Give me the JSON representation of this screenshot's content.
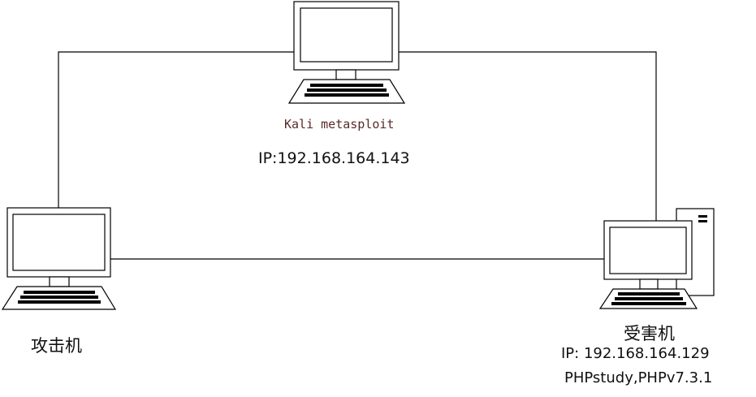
{
  "nodes": {
    "kali": {
      "name": "Kali metasploit",
      "ip": "IP:192.168.164.143",
      "icon": "laptop-icon"
    },
    "attacker": {
      "label": "攻击机",
      "icon": "laptop-icon"
    },
    "victim": {
      "label": "受害机",
      "ip": "IP: 192.168.164.129",
      "software": "PHPstudy,PHPv7.3.1",
      "icon": "desktop-computer-icon"
    }
  },
  "colors": {
    "line": "#000000",
    "kali_name": "#5a2a2a"
  }
}
